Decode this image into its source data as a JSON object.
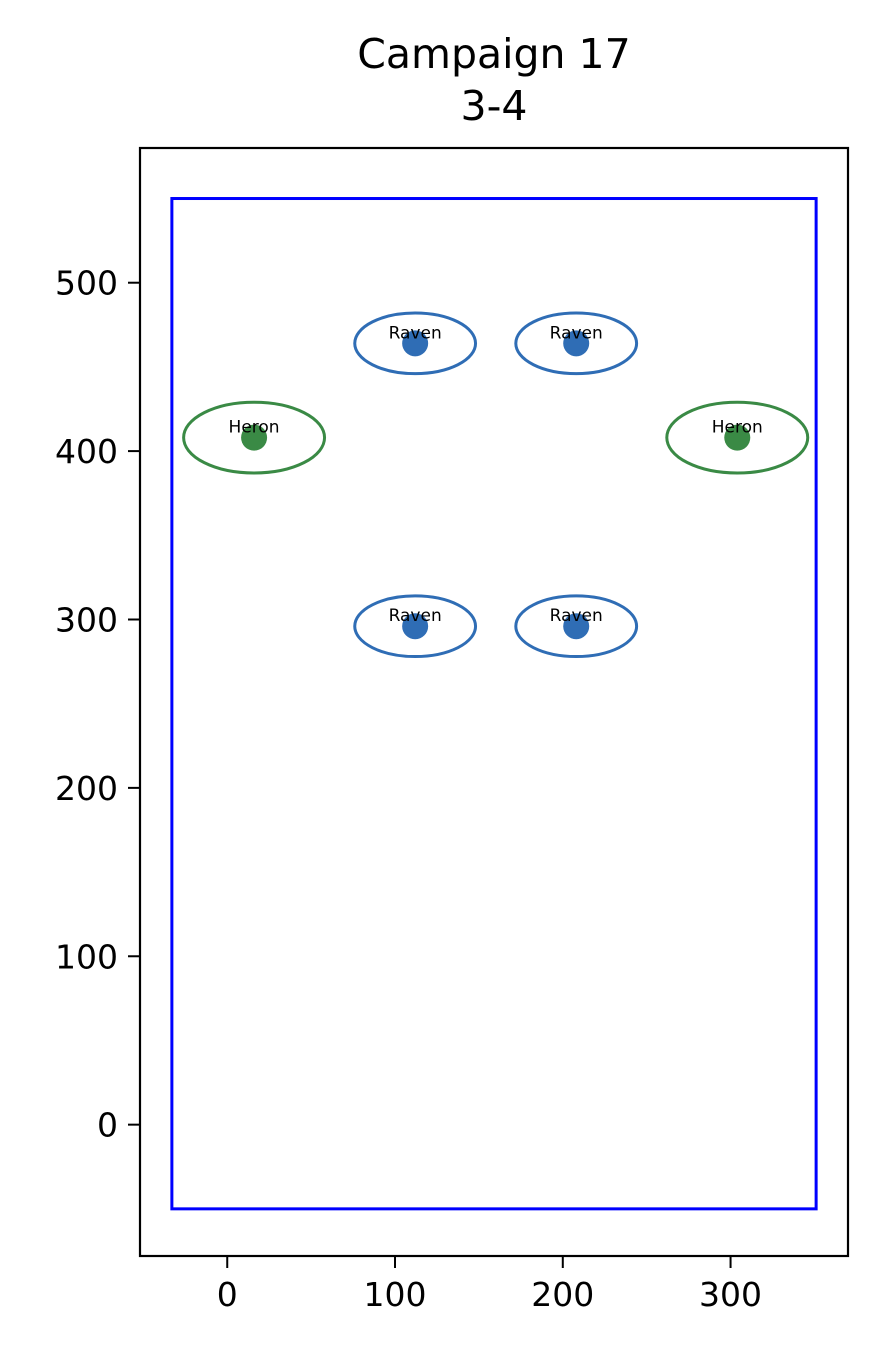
{
  "chart_data": {
    "type": "scatter",
    "title": "Campaign 17",
    "subtitle": "3-4",
    "xlabel": "",
    "ylabel": "",
    "xlim": [
      -52,
      370
    ],
    "ylim": [
      -78,
      580
    ],
    "grid": false,
    "x_ticks": [
      0,
      100,
      200,
      300
    ],
    "y_ticks": [
      0,
      100,
      200,
      300,
      400,
      500
    ],
    "boundary": {
      "x0": -33,
      "y0": -50,
      "x1": 351,
      "y1": 550,
      "color": "#0000ff"
    },
    "colors": {
      "Raven": "#2f6db5",
      "Heron": "#3a8a45"
    },
    "points": [
      {
        "label": "Raven",
        "x": 112,
        "y": 464,
        "rx": 36,
        "ry": 18
      },
      {
        "label": "Raven",
        "x": 208,
        "y": 464,
        "rx": 36,
        "ry": 18
      },
      {
        "label": "Heron",
        "x": 16,
        "y": 408,
        "rx": 42,
        "ry": 21
      },
      {
        "label": "Heron",
        "x": 304,
        "y": 408,
        "rx": 42,
        "ry": 21
      },
      {
        "label": "Raven",
        "x": 112,
        "y": 296,
        "rx": 36,
        "ry": 18
      },
      {
        "label": "Raven",
        "x": 208,
        "y": 296,
        "rx": 36,
        "ry": 18
      }
    ]
  }
}
